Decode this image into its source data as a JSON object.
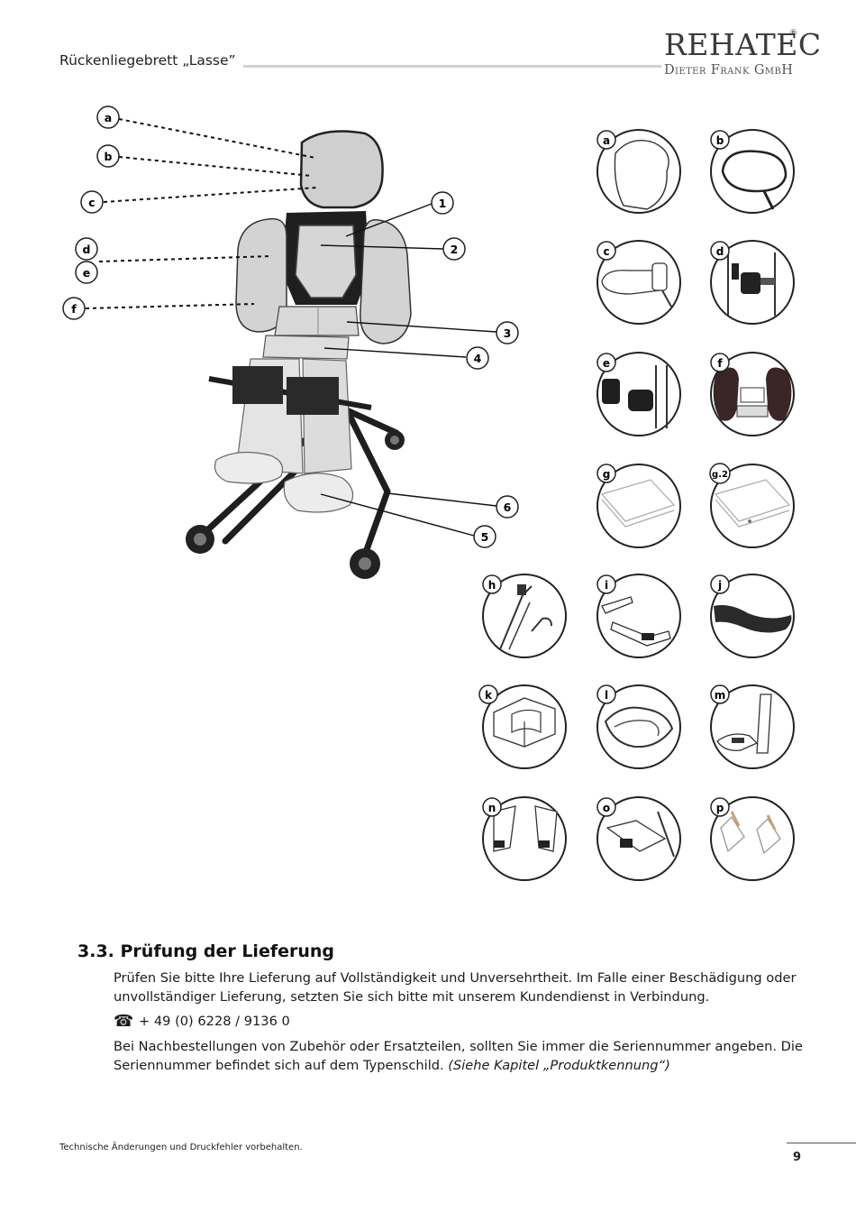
{
  "header": {
    "doc_title": "Rückenliegebrett „Lasse”",
    "brand_name": "REHATEC",
    "brand_reg": "®",
    "brand_sub": "Dieter Frank GmbH"
  },
  "figure": {
    "left_labels": [
      "a",
      "b",
      "c",
      "d",
      "e",
      "f"
    ],
    "number_labels": [
      "1",
      "2",
      "3",
      "4",
      "5",
      "6"
    ],
    "accessories": [
      "a",
      "b",
      "c",
      "d",
      "e",
      "f",
      "g",
      "g.2",
      "h",
      "i",
      "j",
      "k",
      "l",
      "m",
      "n",
      "o",
      "p"
    ]
  },
  "section": {
    "heading": "3.3.  Prüfung der Lieferung",
    "p1": "Prüfen Sie bitte Ihre Lieferung auf Vollständigkeit und Unversehrtheit. Im Falle einer Beschädigung oder unvollständiger Lieferung, setzten Sie sich bitte mit unserem Kundendienst in Verbindung.",
    "phone_icon": "☎",
    "phone": "+ 49 (0) 6228 / 9136 0",
    "p2_text": "Bei Nachbestellungen von Zubehör oder Ersatzteilen, sollten Sie immer die Seriennummer angeben. Die Seriennummer befindet sich auf dem Typenschild. ",
    "p2_ref": "(Siehe Kapitel „Produktkennung“)"
  },
  "footer": {
    "note": "Technische Änderungen und Druckfehler vorbehalten.",
    "page_number": "9"
  }
}
